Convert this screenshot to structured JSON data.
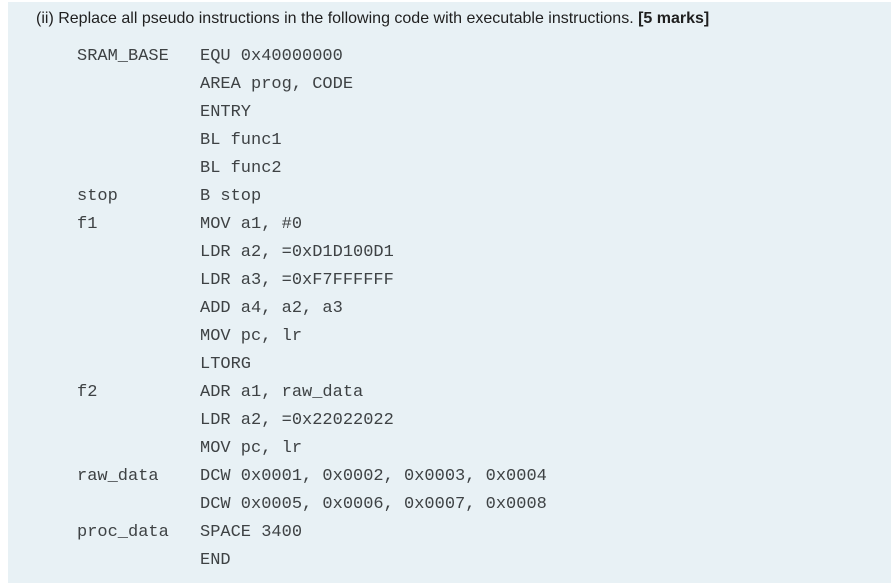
{
  "question": {
    "text": "(ii) Replace all pseudo instructions in the following code with executable instructions. ",
    "marks": "[5 marks]"
  },
  "code": {
    "lines": [
      {
        "label": "SRAM_BASE",
        "instruction": "EQU 0x40000000"
      },
      {
        "label": "",
        "instruction": "AREA prog, CODE"
      },
      {
        "label": "",
        "instruction": "ENTRY"
      },
      {
        "label": "",
        "instruction": "BL func1"
      },
      {
        "label": "",
        "instruction": "BL func2"
      },
      {
        "label": "stop",
        "instruction": "B stop"
      },
      {
        "label": "f1",
        "instruction": "MOV a1, #0"
      },
      {
        "label": "",
        "instruction": "LDR a2, =0xD1D100D1"
      },
      {
        "label": "",
        "instruction": "LDR a3, =0xF7FFFFFF"
      },
      {
        "label": "",
        "instruction": "ADD a4, a2, a3"
      },
      {
        "label": "",
        "instruction": "MOV pc, lr"
      },
      {
        "label": "",
        "instruction": "LTORG"
      },
      {
        "label": "f2",
        "instruction": "ADR a1, raw_data"
      },
      {
        "label": "",
        "instruction": "LDR a2, =0x22022022"
      },
      {
        "label": "",
        "instruction": "MOV pc, lr"
      },
      {
        "label": "raw_data",
        "instruction": "DCW 0x0001, 0x0002, 0x0003, 0x0004"
      },
      {
        "label": "",
        "instruction": "DCW 0x0005, 0x0006, 0x0007, 0x0008"
      },
      {
        "label": "proc_data",
        "instruction": "SPACE 3400"
      },
      {
        "label": "",
        "instruction": "END"
      }
    ]
  },
  "colors": {
    "panel_bg": "#e8f1f5",
    "header_text": "#1f1f1f",
    "code_text": "#3e4244",
    "page_bg": "#ffffff"
  }
}
